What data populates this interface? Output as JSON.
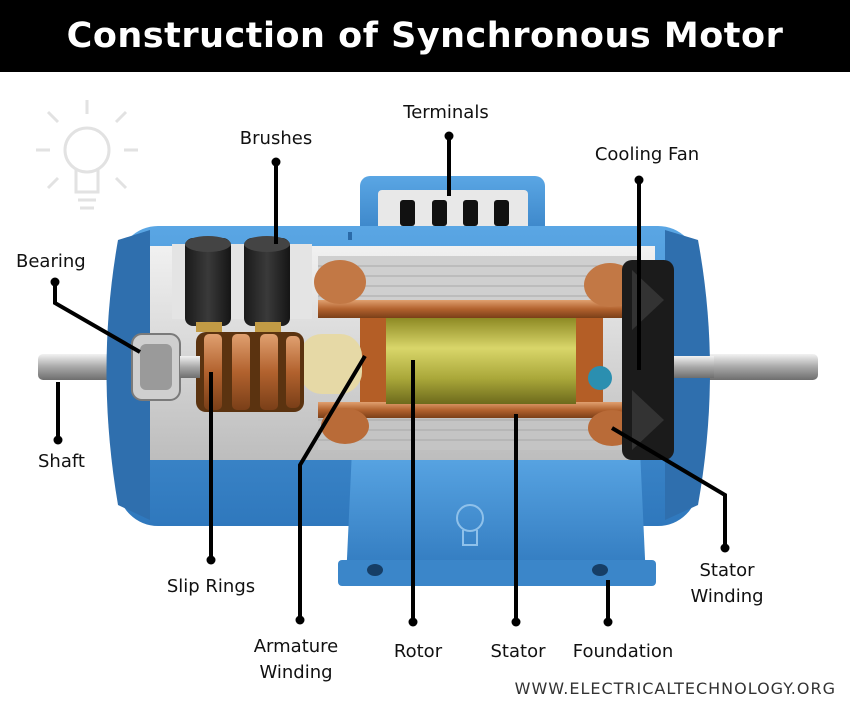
{
  "title": "Construction of Synchronous Motor",
  "labels": {
    "terminals": "Terminals",
    "brushes": "Brushes",
    "cooling_fan": "Cooling Fan",
    "bearing": "Bearing",
    "shaft": "Shaft",
    "slip_rings": "Slip Rings",
    "armature_winding_1": "Armature",
    "armature_winding_2": "Winding",
    "rotor": "Rotor",
    "stator": "Stator",
    "foundation": "Foundation",
    "stator_winding_1": "Stator",
    "stator_winding_2": "Winding"
  },
  "watermark": "WWW.ELECTRICALTECHNOLOGY.ORG",
  "colors": {
    "housing": "#3f8fd3",
    "housing_dark": "#2a6aa8",
    "copper": "#c0703a",
    "rotor": "#b5b43c",
    "leader": "#000000"
  },
  "icons": [
    "lightbulb-icon"
  ]
}
